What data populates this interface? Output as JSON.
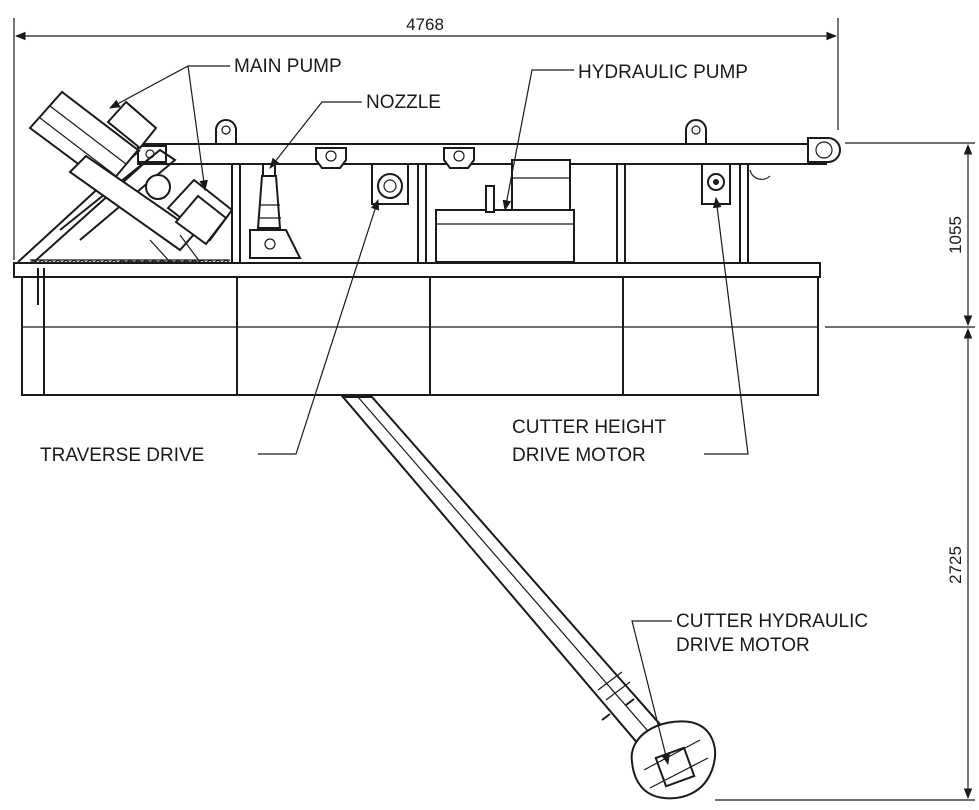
{
  "dimensions": {
    "overall_length": "4768",
    "upper_height": "1055",
    "lower_depth": "2725"
  },
  "labels": {
    "main_pump": "MAIN PUMP",
    "nozzle": "NOZZLE",
    "hydraulic_pump": "HYDRAULIC PUMP",
    "traverse_drive": "TRAVERSE DRIVE",
    "cutter_height_line1": "CUTTER HEIGHT",
    "cutter_height_line2": "DRIVE MOTOR",
    "cutter_hydraulic_line1": "CUTTER HYDRAULIC",
    "cutter_hydraulic_line2": "DRIVE MOTOR"
  }
}
